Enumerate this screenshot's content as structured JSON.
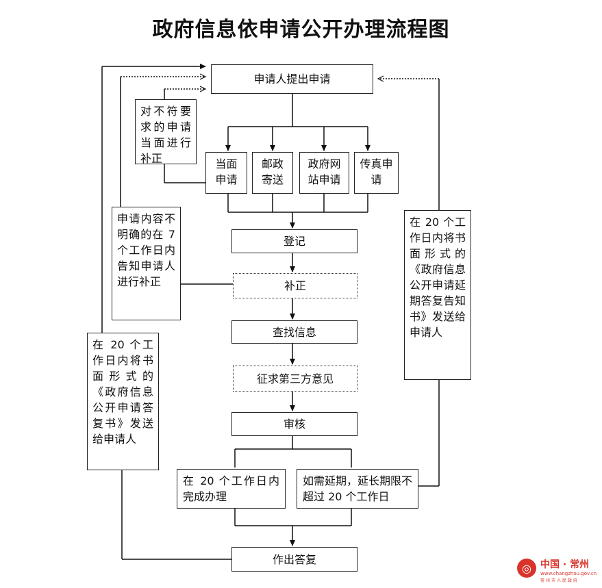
{
  "title": "政府信息依申请公开办理流程图",
  "nodes": {
    "apply": "申请人提出申请",
    "non_compliant": "对不符要求的申请当面进行补正",
    "in_person": "当面申请",
    "post": "邮政寄送",
    "website": "政府网站申请",
    "fax": "传真申请",
    "unclear": "申请内容不明确的在 7 个工作日内告知申请人进行补正",
    "register": "登记",
    "supplement": "补正",
    "search": "查找信息",
    "third_party": "征求第三方意见",
    "review": "审核",
    "within_20": "在 20 个工作日内完成办理",
    "extension": "如需延期，延长期限不超过 20 个工作日",
    "reply": "作出答复",
    "written_reply": "在 20 个工作日内将书面形式的《政府信息公开申请答复书》发送给申请人",
    "extension_notice": "在 20 个工作日内将书面形式的《政府信息公开申请延期答复告知书》发送给申请人"
  },
  "logo": {
    "name": "中国 · 常州",
    "url": "www.changzhou.gov.cn",
    "subtitle": "常州市人民政府",
    "icon": "changzhou-emblem-icon"
  }
}
